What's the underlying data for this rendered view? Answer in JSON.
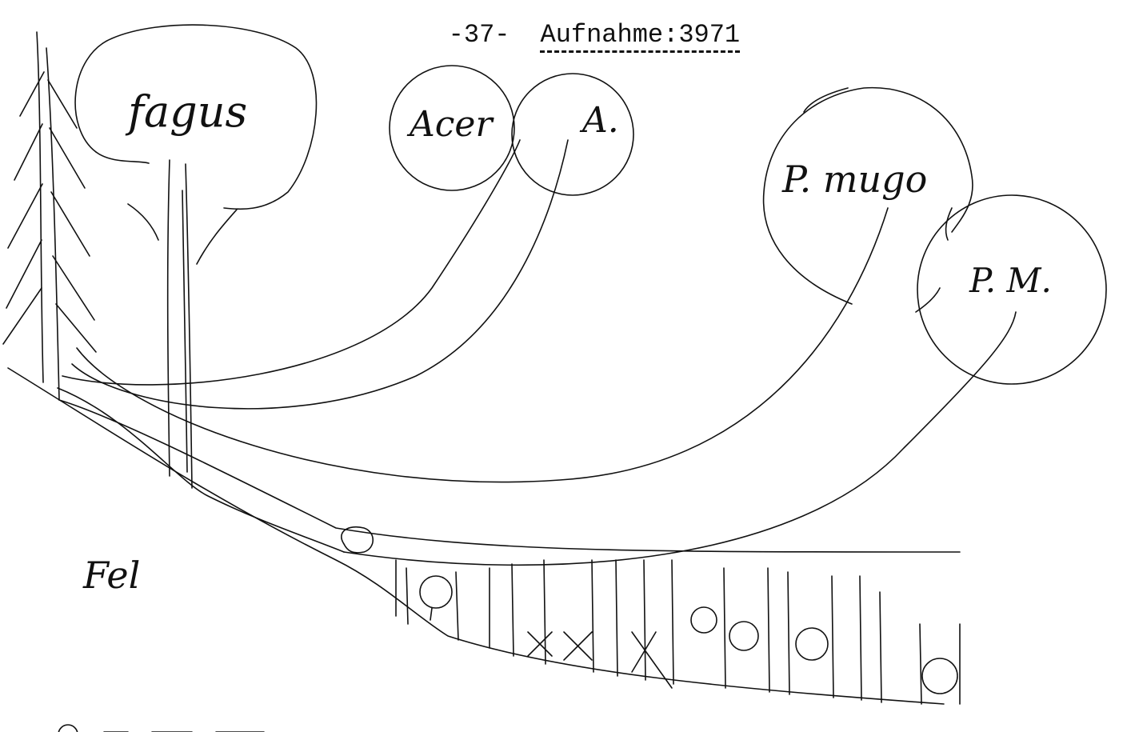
{
  "header": {
    "page_number": "-37-",
    "reference": "Aufnahme:3971"
  },
  "labels": {
    "fagus": "fagus",
    "acer": "Acer",
    "acer_short": "A.",
    "pinus_mugo": "P. mugo",
    "pinus_mugo_short": "P. M.",
    "fels": "Fel"
  },
  "ink_color": "#111111"
}
